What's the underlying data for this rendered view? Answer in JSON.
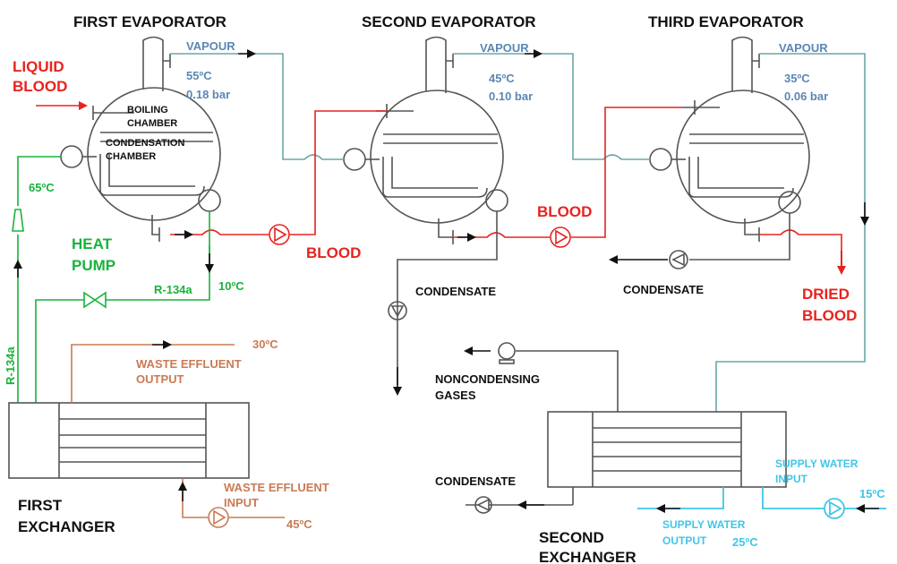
{
  "titles": {
    "first_evaporator": "FIRST EVAPORATOR",
    "second_evaporator": "SECOND EVAPORATOR",
    "third_evaporator": "THIRD EVAPORATOR"
  },
  "evaporators": [
    {
      "vapour": "VAPOUR",
      "temp": "55ºC",
      "pressure": "0.18 bar"
    },
    {
      "vapour": "VAPOUR",
      "temp": "45ºC",
      "pressure": "0.10 bar"
    },
    {
      "vapour": "VAPOUR",
      "temp": "35ºC",
      "pressure": "0.06 bar"
    }
  ],
  "labels": {
    "liquid_blood_1": "LIQUID",
    "liquid_blood_2": "BLOOD",
    "boiling_1": "BOILING",
    "boiling_2": "CHAMBER",
    "condensation_1": "CONDENSATION",
    "condensation_2": "CHAMBER",
    "temp_65": "65ºC",
    "temp_10": "10ºC",
    "heat_pump_1": "HEAT",
    "heat_pump_2": "PUMP",
    "r134a_horizontal": "R-134a",
    "r134a_vertical": "R-134a",
    "blood_1": "BLOOD",
    "blood_2": "BLOOD",
    "condensate_1": "CONDENSATE",
    "condensate_2": "CONDENSATE",
    "condensate_3": "CONDENSATE",
    "dried_blood_1": "DRIED",
    "dried_blood_2": "BLOOD",
    "noncondensing_1": "NONCONDENSING",
    "noncondensing_2": "GASES",
    "temp_30": "30ºC",
    "waste_output_1": "WASTE EFFLUENT",
    "waste_output_2": "OUTPUT",
    "waste_input_1": "WASTE EFFLUENT",
    "waste_input_2": "INPUT",
    "temp_45": "45ºC",
    "first_exchanger_1": "FIRST",
    "first_exchanger_2": "EXCHANGER",
    "second_exchanger_1": "SECOND",
    "second_exchanger_2": "EXCHANGER",
    "supply_input_1": "SUPPLY WATER",
    "supply_input_2": "INPUT",
    "temp_15": "15ºC",
    "supply_output_1": "SUPPLY WATER",
    "supply_output_2": "OUTPUT",
    "temp_25": "25ºC"
  },
  "colors": {
    "vapour_line": "#6aa7a8",
    "blood_line": "#e8231f",
    "refrigerant_line": "#18b33a",
    "effluent_line": "#c97b55",
    "water_line": "#3fc6e6",
    "equipment": "#555555"
  }
}
